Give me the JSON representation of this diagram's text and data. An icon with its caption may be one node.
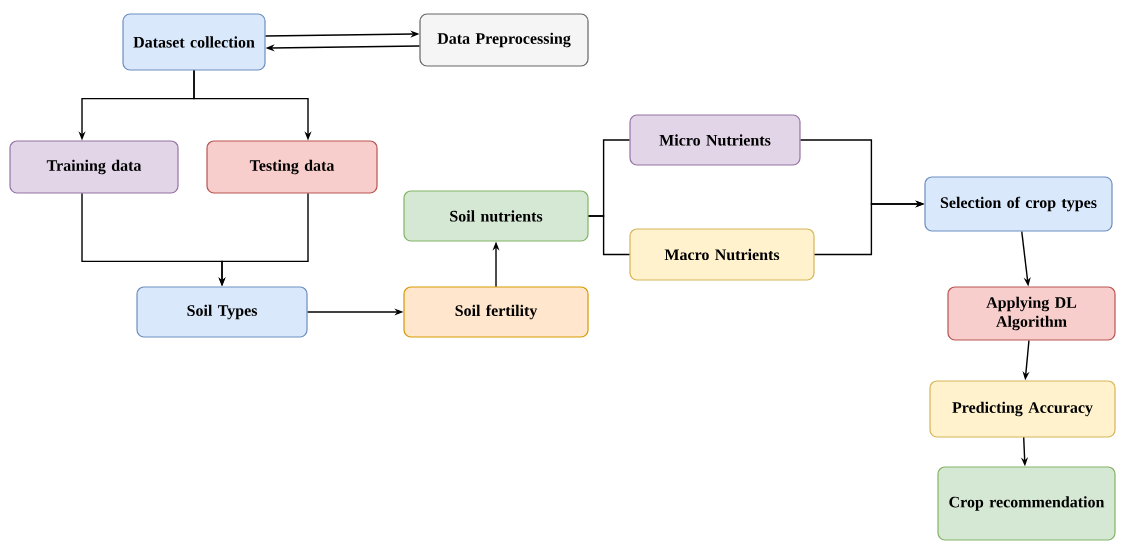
{
  "diagram": {
    "nodes": [
      {
        "text": [
          "Dataset collection"
        ]
      },
      {
        "text": [
          "Data Preprocessing"
        ]
      },
      {
        "text": [
          "Training data"
        ]
      },
      {
        "text": [
          "Testing data"
        ]
      },
      {
        "text": [
          "Soil Types"
        ]
      },
      {
        "text": [
          "Soil fertility"
        ]
      },
      {
        "text": [
          "Soil nutrients"
        ]
      },
      {
        "text": [
          "Micro Nutrients"
        ]
      },
      {
        "text": [
          "Macro Nutrients"
        ]
      },
      {
        "text": [
          "Selection of crop types"
        ]
      },
      {
        "text": [
          "Applying DL Algorithm"
        ]
      },
      {
        "text": [
          "Predicting Accuracy"
        ]
      },
      {
        "text": [
          "Crop recommendation"
        ]
      }
    ],
    "edges": [
      {
        "from": 0,
        "to": 1,
        "arrow": "to"
      },
      {
        "from": 1,
        "to": 0,
        "arrow": "to"
      },
      {
        "from": 0,
        "to": 2,
        "arrow": "to"
      },
      {
        "from": 0,
        "to": 3,
        "arrow": "to"
      },
      {
        "from": 2,
        "to": 4,
        "arrow": "to"
      },
      {
        "from": 3,
        "to": 4,
        "arrow": "to"
      },
      {
        "from": 4,
        "to": 5,
        "arrow": "to"
      },
      {
        "from": 5,
        "to": 6,
        "arrow": "to"
      },
      {
        "from": 6,
        "to": 7,
        "arrow": "none"
      },
      {
        "from": 6,
        "to": 8,
        "arrow": "none"
      },
      {
        "from": 7,
        "to": 9,
        "arrow": "to"
      },
      {
        "from": 8,
        "to": 9,
        "arrow": "to"
      },
      {
        "from": 9,
        "to": 10,
        "arrow": "to"
      },
      {
        "from": 10,
        "to": 11,
        "arrow": "to"
      },
      {
        "from": 11,
        "to": 12,
        "arrow": "to"
      }
    ]
  }
}
